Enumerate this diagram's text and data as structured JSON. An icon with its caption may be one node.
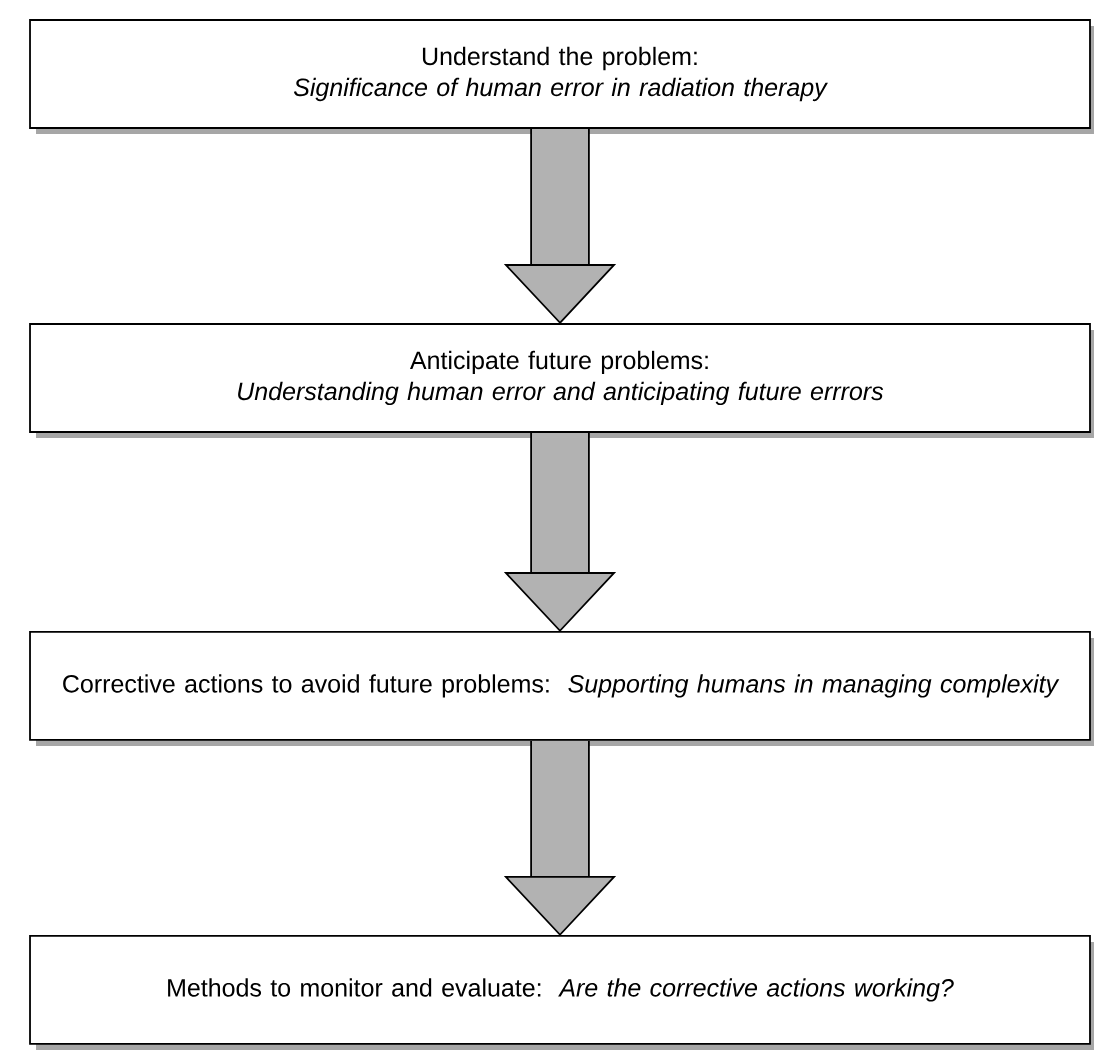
{
  "diagram": {
    "nodes": [
      {
        "text": [
          "Understand the problem:",
          "Significance of human error in radiation therapy"
        ]
      },
      {
        "text": [
          "Anticipate future problems:",
          "Understanding human error and anticipating future errrors"
        ]
      },
      {
        "text": [
          "Corrective actions to avoid future problems:",
          "Supporting humans in managing complexity"
        ]
      },
      {
        "text": [
          "Methods to monitor and evaluate:",
          "Are the corrective actions working?"
        ]
      }
    ],
    "edges": [
      {
        "from": 0,
        "to": 1,
        "arrow": "to"
      },
      {
        "from": 1,
        "to": 2,
        "arrow": "to"
      },
      {
        "from": 2,
        "to": 3,
        "arrow": "to"
      }
    ]
  }
}
